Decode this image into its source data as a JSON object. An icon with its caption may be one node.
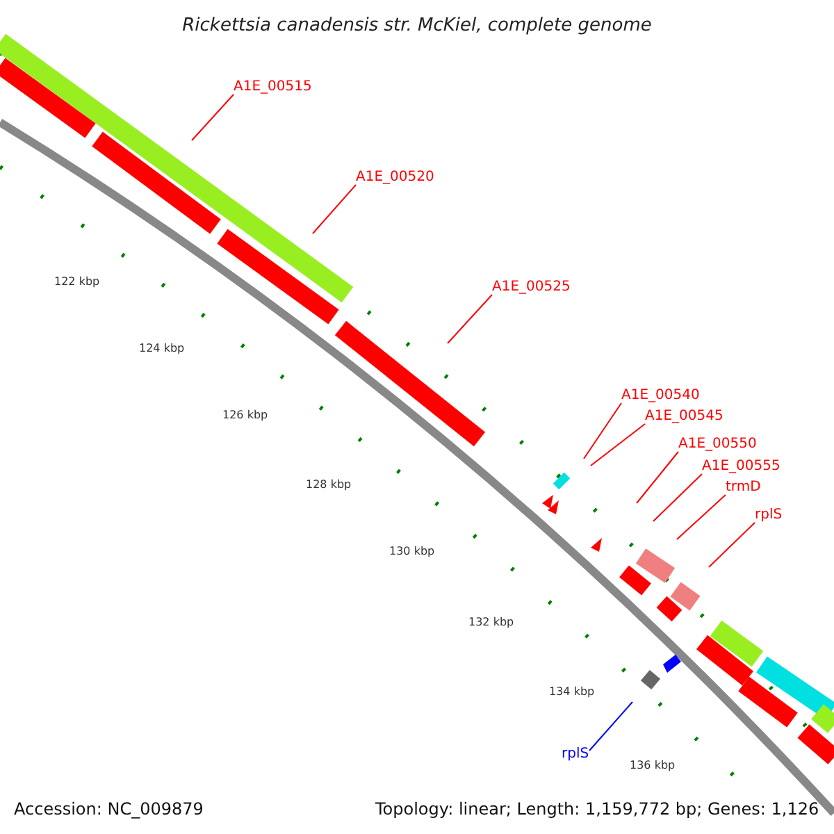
{
  "diagram": {
    "title": "Rickettsia canadensis str. McKiel, complete genome",
    "nodes": [
      {
        "text": [
          "A1E_00515"
        ]
      },
      {
        "text": [
          "A1E_00520"
        ]
      },
      {
        "text": [
          "A1E_00525"
        ]
      },
      {
        "text": [
          "A1E_00540"
        ]
      },
      {
        "text": [
          "A1E_00545"
        ]
      },
      {
        "text": [
          "A1E_00550"
        ]
      },
      {
        "text": [
          "A1E_00555"
        ]
      },
      {
        "text": [
          "trmD"
        ]
      },
      {
        "text": [
          "rplS"
        ]
      },
      {
        "text": [
          "rplS"
        ]
      }
    ],
    "edges": [
      {
        "from": 0,
        "to": null,
        "arrow": "none"
      },
      {
        "from": 1,
        "to": null,
        "arrow": "none"
      },
      {
        "from": 2,
        "to": null,
        "arrow": "none"
      },
      {
        "from": 3,
        "to": null,
        "arrow": "none"
      },
      {
        "from": 4,
        "to": null,
        "arrow": "none"
      },
      {
        "from": 5,
        "to": null,
        "arrow": "none"
      },
      {
        "from": 6,
        "to": null,
        "arrow": "none"
      },
      {
        "from": 7,
        "to": null,
        "arrow": "none"
      },
      {
        "from": 8,
        "to": null,
        "arrow": "none"
      },
      {
        "from": 9,
        "to": null,
        "arrow": "none",
        "color": "#0000ff"
      }
    ],
    "labels": [
      "122 kbp",
      "124 kbp",
      "126 kbp",
      "128 kbp",
      "130 kbp",
      "132 kbp",
      "134 kbp",
      "136 kbp",
      "Accession: NC_009879",
      "Topology: linear; Length: 1,159,772 bp; Genes: 1,126"
    ]
  }
}
